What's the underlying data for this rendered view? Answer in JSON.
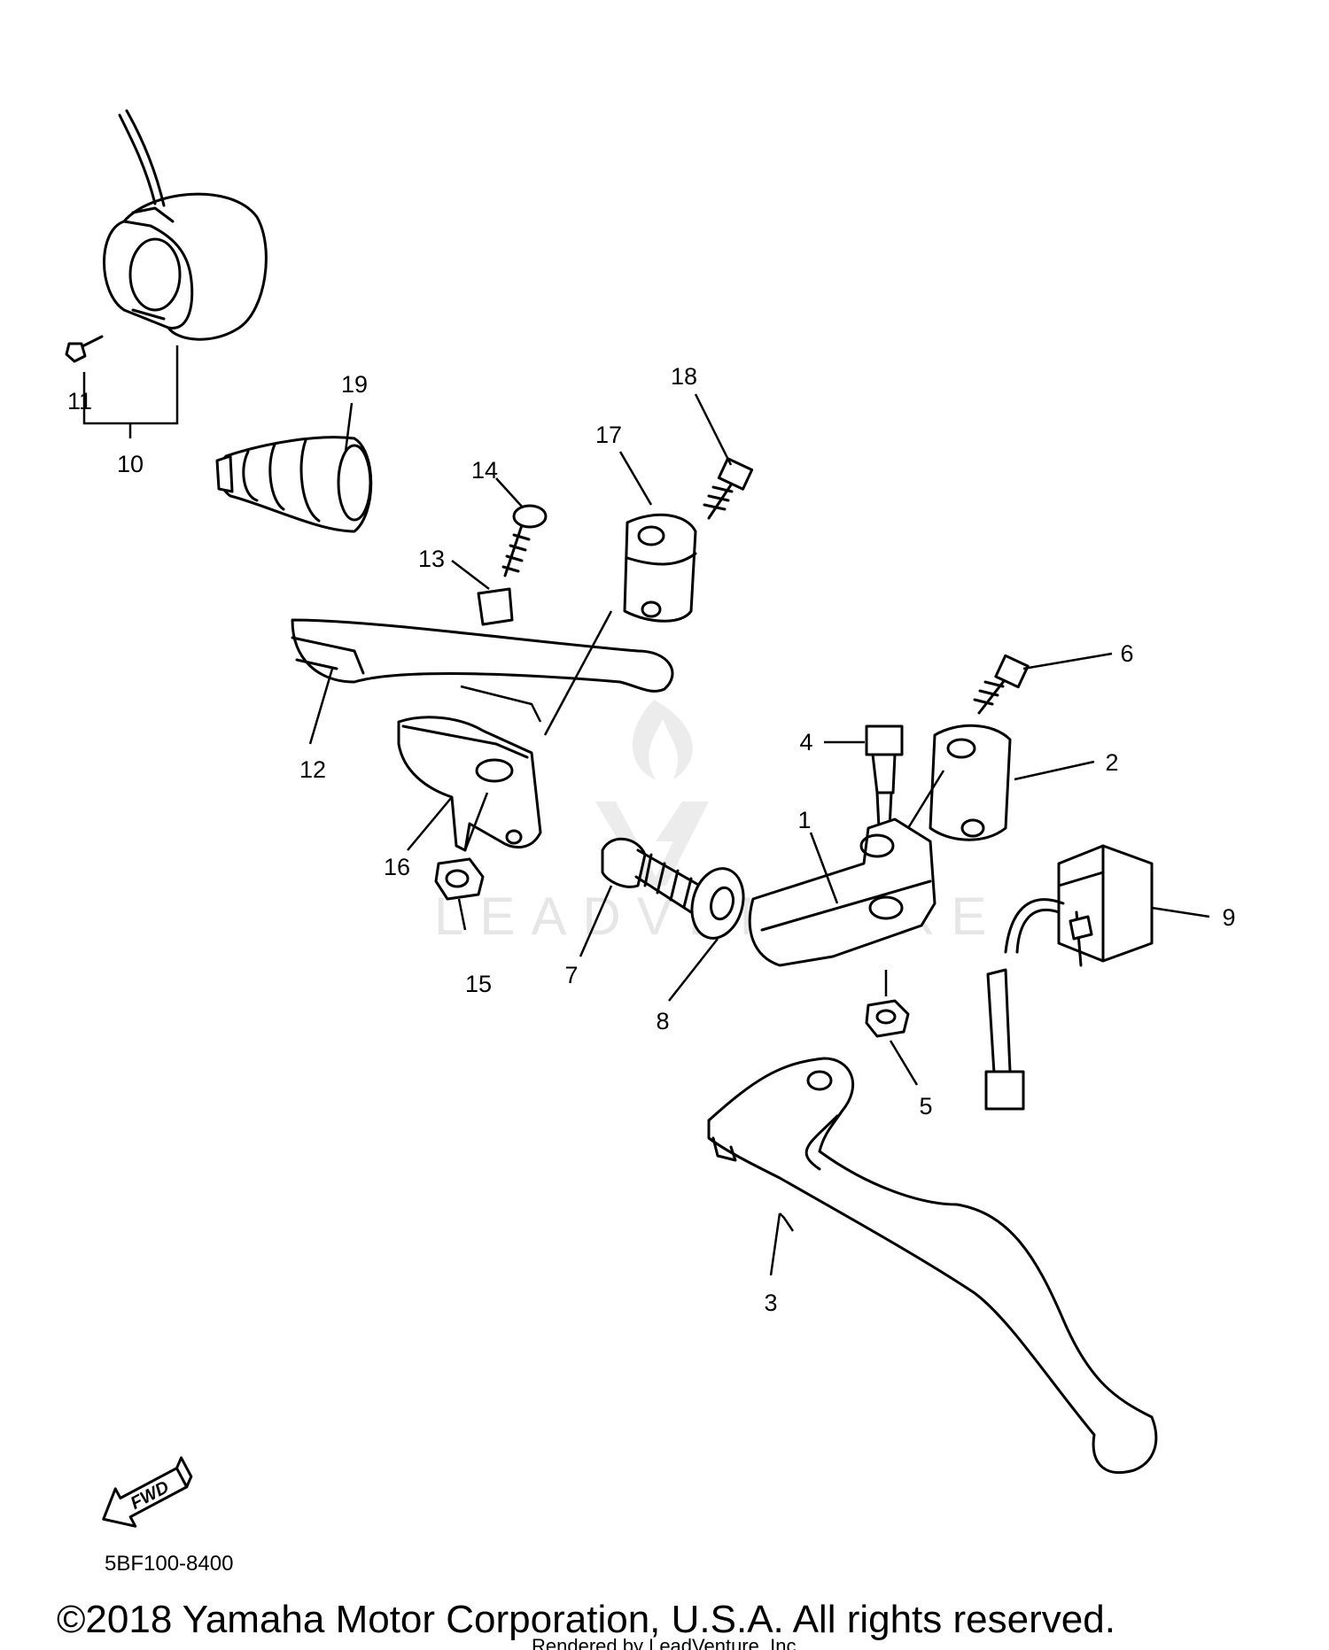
{
  "callouts": [
    {
      "label": "1",
      "part": "lever-holder"
    },
    {
      "label": "2",
      "part": "holder-clamp-right"
    },
    {
      "label": "3",
      "part": "clutch-lever"
    },
    {
      "label": "4",
      "part": "pivot-bolt"
    },
    {
      "label": "5",
      "part": "lever-nut"
    },
    {
      "label": "6",
      "part": "clamp-bolt-right"
    },
    {
      "label": "7",
      "part": "adjuster-bolt"
    },
    {
      "label": "8",
      "part": "locknut"
    },
    {
      "label": "9",
      "part": "clutch-switch"
    },
    {
      "label": "10",
      "part": "handlebar-switch"
    },
    {
      "label": "11",
      "part": "switch-screw"
    },
    {
      "label": "12",
      "part": "hot-starter-lever"
    },
    {
      "label": "13",
      "part": "collar"
    },
    {
      "label": "14",
      "part": "lever-screw"
    },
    {
      "label": "15",
      "part": "hot-starter-nut"
    },
    {
      "label": "16",
      "part": "hot-starter-holder"
    },
    {
      "label": "17",
      "part": "holder-clamp-left"
    },
    {
      "label": "18",
      "part": "clamp-bolt-left"
    },
    {
      "label": "19",
      "part": "lever-cover"
    }
  ],
  "direction_arrow": {
    "label": "FWD",
    "icon": "fwd-arrow-icon"
  },
  "diagram_code": "5BF100-8400",
  "copyright": "©2018 Yamaha Motor Corporation, U.S.A. All rights reserved.",
  "rendered_by": "Rendered by LeadVenture, Inc.",
  "watermark": {
    "text": "LEADVENTURE",
    "icon": "leadventure-logo-icon"
  }
}
